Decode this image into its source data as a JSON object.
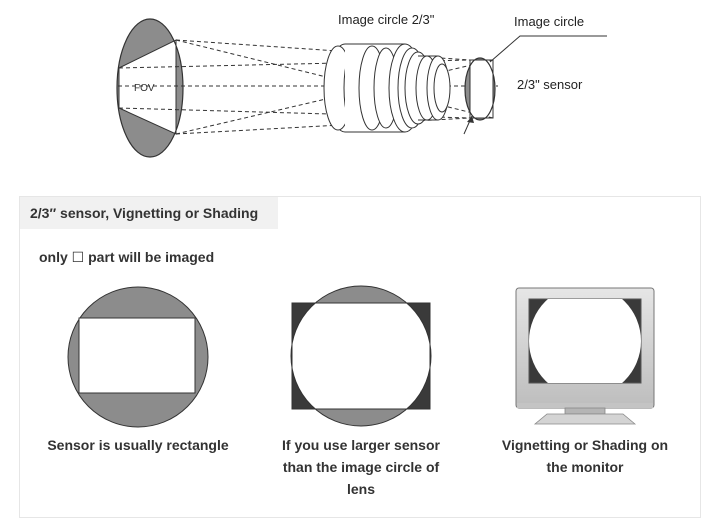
{
  "top_diagram": {
    "fov_label": "FOV",
    "image_circle_23_label": "Image circle 2/3\"",
    "image_circle_label": "Image circle",
    "sensor_label": "2/3\" sensor"
  },
  "panel": {
    "header": "2/3″ sensor, Vignetting or Shading",
    "note": "only ☐ part will be imaged",
    "captions": {
      "fig1": "Sensor is usually rectangle",
      "fig2": "If you use larger sensor than the image circle of lens",
      "fig3": "Vignetting or Shading on the monitor"
    }
  },
  "colors": {
    "shade": "#8c8c8c",
    "dark_corner": "#3a3a3a",
    "monitor_frame": "#d0d0d0",
    "header_bg": "#f1f1f1"
  }
}
